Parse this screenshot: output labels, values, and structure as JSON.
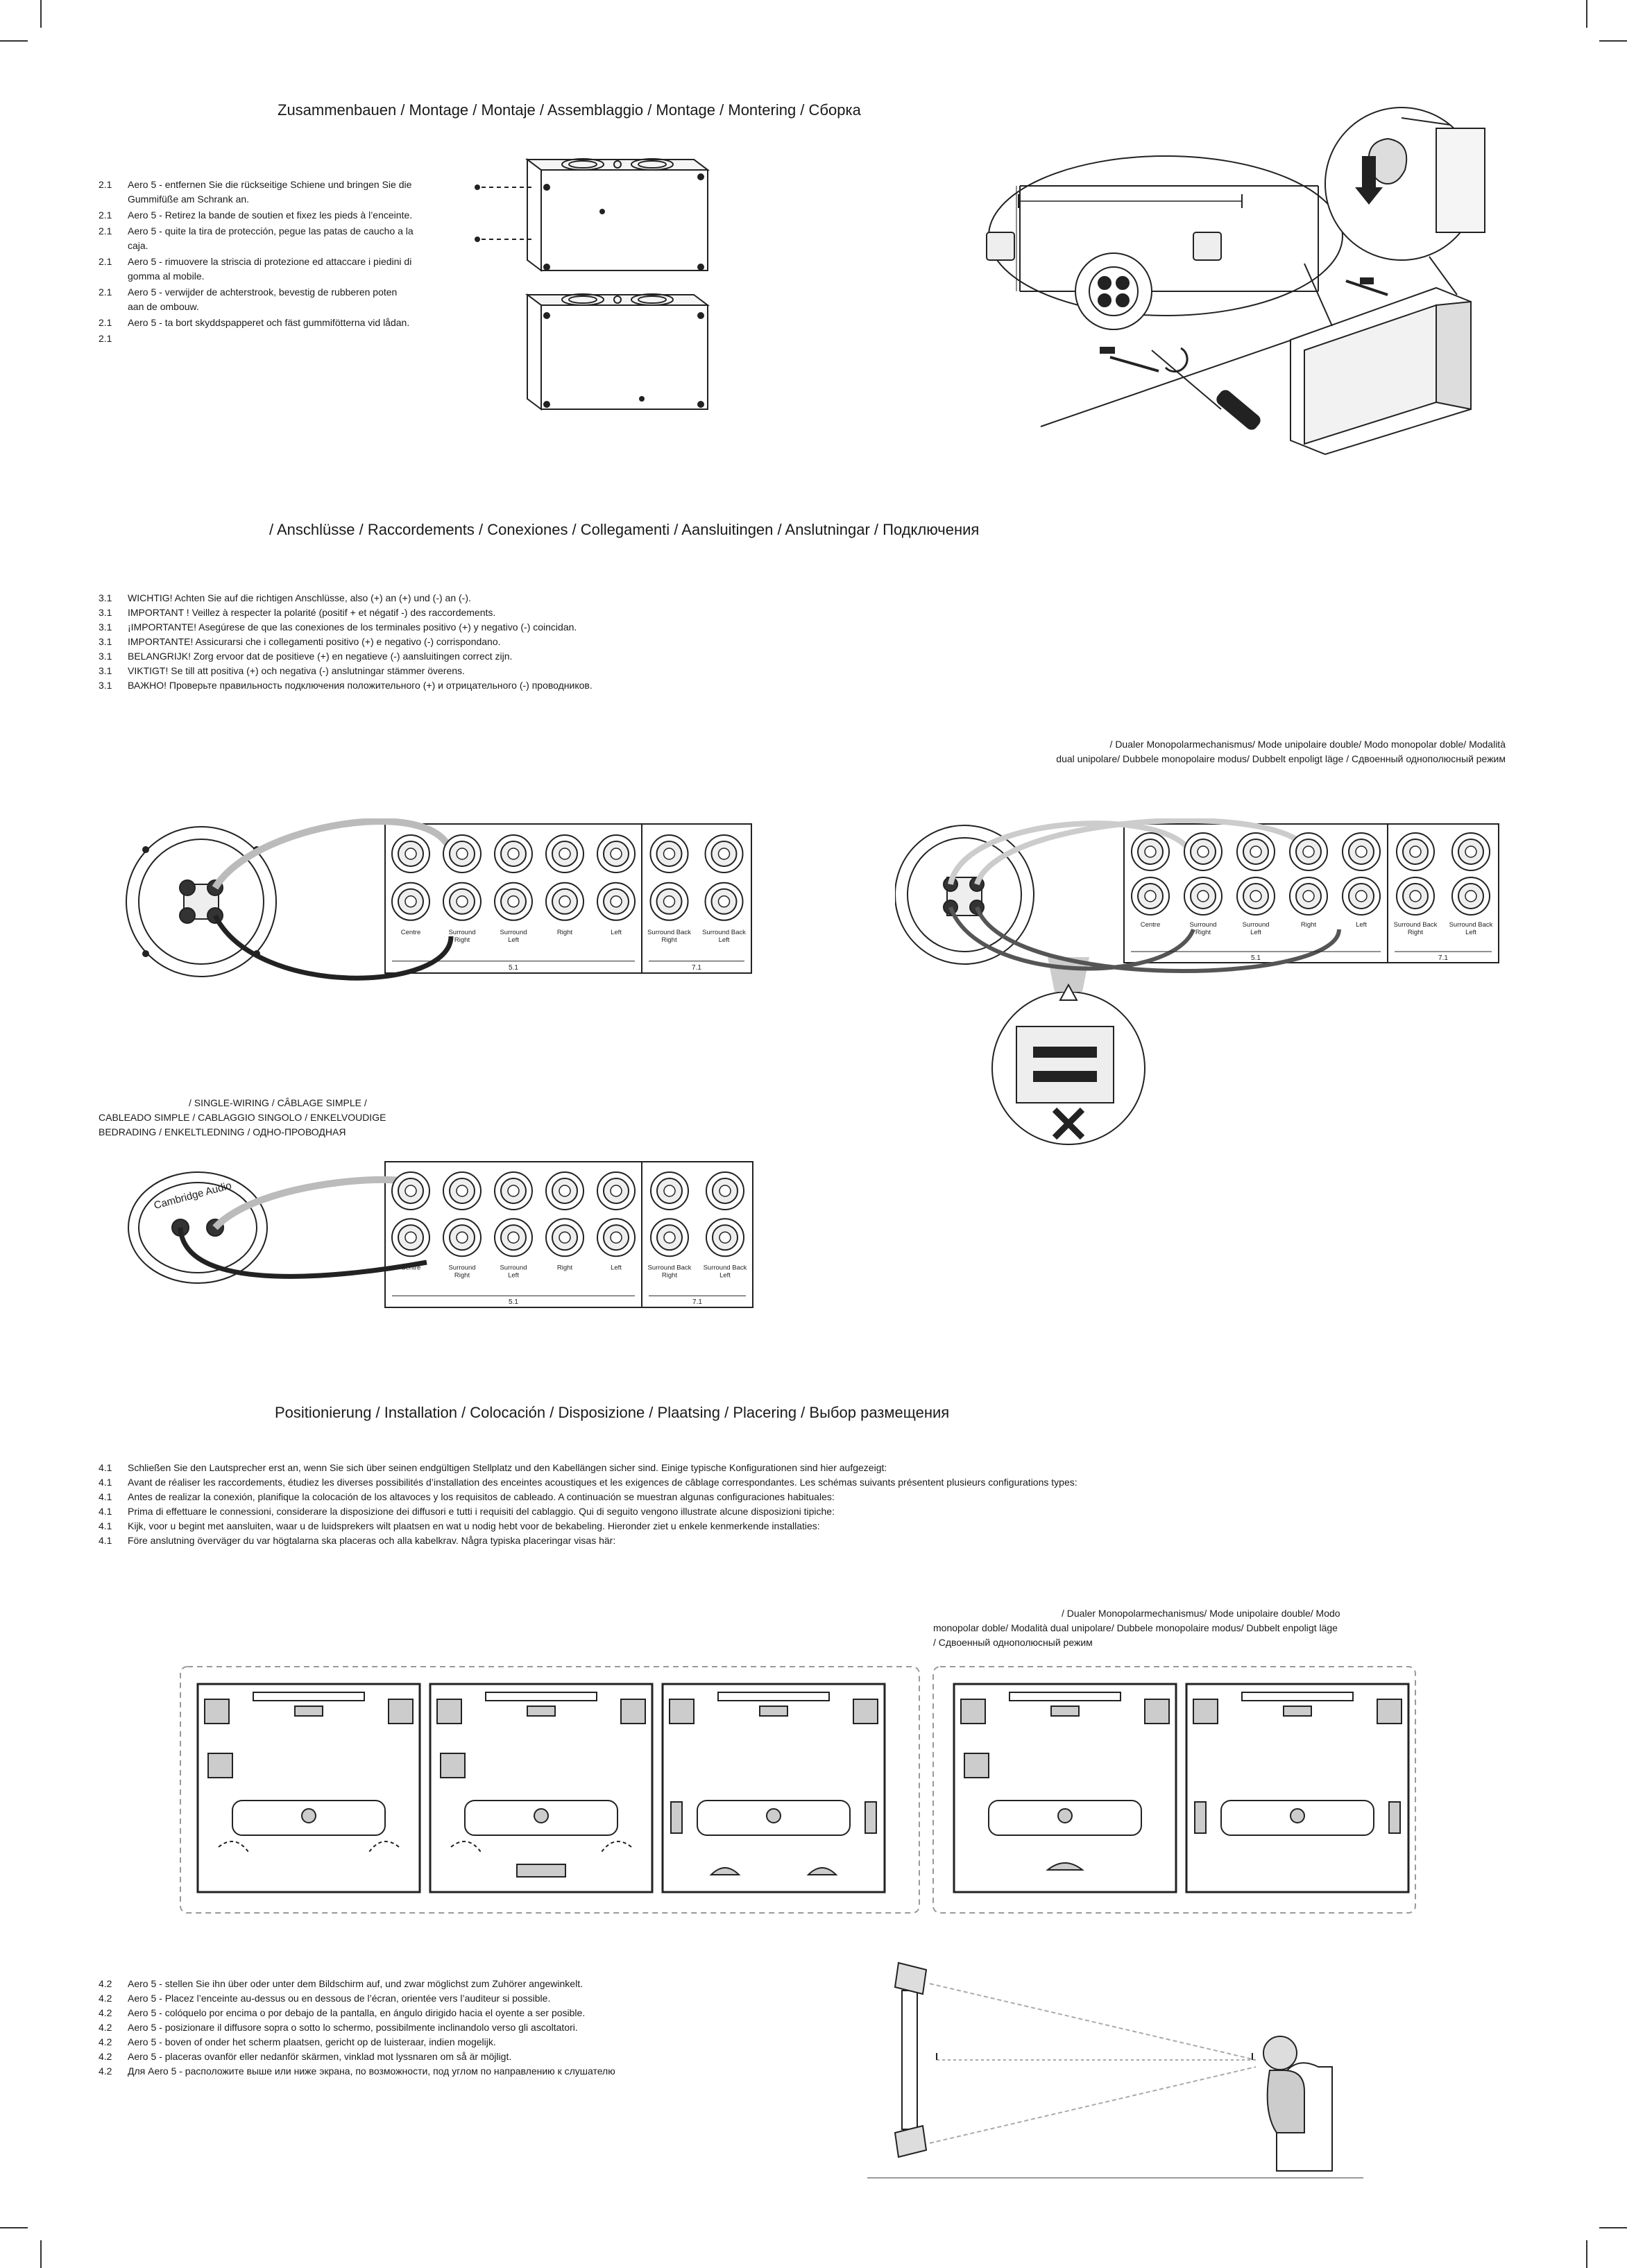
{
  "headings": {
    "assembly": "Zusammenbauen / Montage / Montaje / Assemblaggio / Montage / Montering / Сборка",
    "connections": "/ Anschlüsse / Raccordements / Conexiones / Collegamenti / Aansluitingen / Anslutningar / Подключения",
    "placement": "Positionierung / Installation / Colocación / Disposizione / Plaatsing / Placering / Выбор размещения"
  },
  "assembly": {
    "items": [
      {
        "num": "2.1",
        "text": "Aero 5 - entfernen Sie die rückseitige Schiene und bringen Sie die Gummifüße am Schrank an."
      },
      {
        "num": "2.1",
        "text": "Aero 5  - Retirez la bande de soutien et fixez les pieds à l’enceinte."
      },
      {
        "num": "2.1",
        "text": "Aero 5  - quite la tira de protección, pegue las patas de caucho a la caja."
      },
      {
        "num": "2.1",
        "text": "Aero 5  - rimuovere la striscia di protezione ed attaccare i piedini di gomma al mobile."
      },
      {
        "num": "2.1",
        "text": "Aero 5  - verwijder de achterstrook, bevestig de rubberen poten aan de ombouw."
      },
      {
        "num": "2.1",
        "text": "Aero  5  - ta bort skyddspapperet och fäst gummifötterna vid lådan."
      },
      {
        "num": "2.1",
        "text": ""
      }
    ]
  },
  "connections": {
    "items": [
      {
        "num": "3.1",
        "text": "WICHTIG! Achten Sie auf die richtigen Anschlüsse, also (+) an (+) und (-) an (-)."
      },
      {
        "num": "3.1",
        "text": "IMPORTANT ! Veillez à respecter la polarité (positif + et négatif -) des raccordements."
      },
      {
        "num": "3.1",
        "text": "¡IMPORTANTE! Asegúrese de que las conexiones de los terminales positivo (+) y negativo (-) coincidan."
      },
      {
        "num": "3.1",
        "text": "IMPORTANTE! Assicurarsi che i collegamenti positivo (+) e negativo (-) corrispondano."
      },
      {
        "num": "3.1",
        "text": "BELANGRIJK! Zorg ervoor dat de positieve (+) en negatieve (-) aansluitingen correct zijn."
      },
      {
        "num": "3.1",
        "text": "VIKTIGT! Se till att positiva (+) och negativa (-) anslutningar stämmer överens."
      },
      {
        "num": "3.1",
        "text": "ВАЖНО! Проверьте правильность подключения положительного (+) и отрицательного (-) проводников."
      }
    ],
    "dual_caption_1": "/ Dualer Monopolarmechanismus/ Mode unipolaire double/ Modo monopolar doble/ Modalità",
    "dual_caption_2": "dual unipolare/ Dubbele monopolaire modus/ Dubbelt enpoligt läge / Сдвоенный однополюсный режим",
    "single_caption_1": "/ SINGLE-WIRING / CÂBLAGE SIMPLE /",
    "single_caption_2": "CABLEADO SIMPLE / CABLAGGIO SINGOLO / ENKELVOUDIGE",
    "single_caption_3": "BEDRADING / ENKELTLEDNING / ОДНО-ПРОВОДНАЯ",
    "amp_labels": [
      "Centre",
      "Surround Right",
      "Surround Left",
      "Right",
      "Left",
      "Surround Back Right",
      "Surround Back Left"
    ],
    "group_51": "5.1",
    "group_71": "7.1",
    "brand": "Cambridge Audio"
  },
  "placement": {
    "items": [
      {
        "num": "4.1",
        "text": "Schließen Sie den Lautsprecher erst an, wenn Sie sich über seinen endgültigen Stellplatz und den Kabellängen sicher sind. Einige typische Konfigurationen sind hier aufgezeigt:"
      },
      {
        "num": "4.1",
        "text": "Avant de réaliser les raccordements, étudiez les diverses possibilités d’installation des enceintes acoustiques et les exigences de câblage correspondantes. Les schémas suivants présentent plusieurs configurations types:"
      },
      {
        "num": "4.1",
        "text": "Antes de realizar la conexión, planifique la colocación de los altavoces y los requisitos de cableado. A continuación se muestran algunas configuraciones habituales:"
      },
      {
        "num": "4.1",
        "text": "Prima di effettuare le connessioni, considerare la disposizione dei diffusori e tutti i requisiti del cablaggio. Qui di seguito vengono illustrate alcune disposizioni tipiche:"
      },
      {
        "num": "4.1",
        "text": "Kijk, voor u begint met aansluiten, waar u de luidsprekers wilt plaatsen en wat u nodig hebt voor de bekabeling. Hieronder ziet u enkele kenmerkende installaties:"
      },
      {
        "num": "4.1",
        "text": "Före anslutning överväger du var högtalarna ska placeras och alla kabelkrav. Några typiska placeringar visas här:"
      }
    ],
    "dual_caption_1": "/ Dualer Monopolarmechanismus/ Mode unipolaire double/ Modo",
    "dual_caption_2": "monopolar doble/ Modalità dual unipolare/ Dubbele monopolaire modus/ Dubbelt enpoligt läge",
    "dual_caption_3": "/ Сдвоенный однополюсный режим",
    "items2": [
      {
        "num": "4.2",
        "text": "Aero 5 - stellen Sie ihn über oder unter dem Bildschirm auf, und zwar möglichst zum Zuhörer angewinkelt."
      },
      {
        "num": "4.2",
        "text": "Aero 5 - Placez l’enceinte au-dessus ou en dessous de l’écran, orientée vers l’auditeur si possible."
      },
      {
        "num": "4.2",
        "text": "Aero 5 - colóquelo por encima o por debajo de la pantalla, en ángulo dirigido hacia el oyente a ser posible."
      },
      {
        "num": "4.2",
        "text": "Aero 5 - posizionare il diffusore sopra o sotto lo schermo, possibilmente inclinandolo verso gli ascoltatori."
      },
      {
        "num": "4.2",
        "text": "Aero 5 - boven of onder het scherm plaatsen, gericht op de luisteraar, indien mogelijk."
      },
      {
        "num": "4.2",
        "text": "Aero 5 - placeras ovanför eller nedanför skärmen, vinklad mot lyssnaren om så är möjligt."
      },
      {
        "num": "4.2",
        "text": "Для Aero 5 - расположите выше или ниже экрана, по возможности, под углом по направлению к слушателю"
      }
    ]
  }
}
